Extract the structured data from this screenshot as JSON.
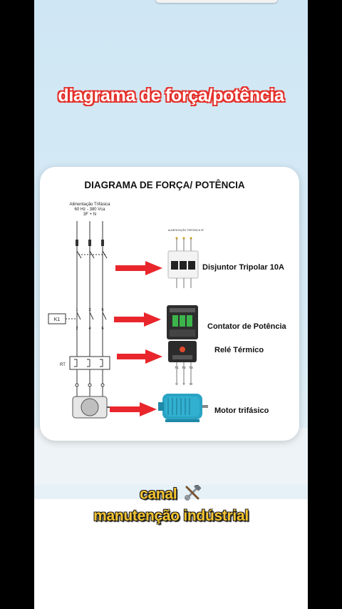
{
  "captions": {
    "top": "diagrama de força/potência",
    "bottom_line1": "canal",
    "bottom_line2": "manutenção indústrial",
    "tool_icon": "hammer-wrench-icon"
  },
  "diagram": {
    "title": "DIAGRAMA DE FORÇA/ POTÊNCIA",
    "supply_line1": "Alimentação Trifásica",
    "supply_line2": "60 Hz - 380 Vca",
    "supply_line3": "3F + N",
    "k1_label": "K1",
    "rt_label": "RT",
    "terminal_top": [
      "1",
      "3",
      "5"
    ],
    "terminal_bottom": [
      "2",
      "4",
      "6"
    ],
    "breaker_top_label": "ALIMENTAÇÃO TRIFÁSICA 3F",
    "components": [
      {
        "label": "Disjuntor Tripolar 10A"
      },
      {
        "label": "Contator de Potência"
      },
      {
        "label": "Relé Térmico"
      },
      {
        "label": "Motor trifásico"
      }
    ],
    "thermal_terminals": [
      "T1",
      "T2",
      "T3"
    ],
    "motor_terminals": [
      "U",
      "V",
      "W"
    ],
    "colors": {
      "arrow": "#e8262b",
      "motor": "#2aa3c4",
      "contactor": "#2d2d2d",
      "title": "#111111"
    }
  }
}
